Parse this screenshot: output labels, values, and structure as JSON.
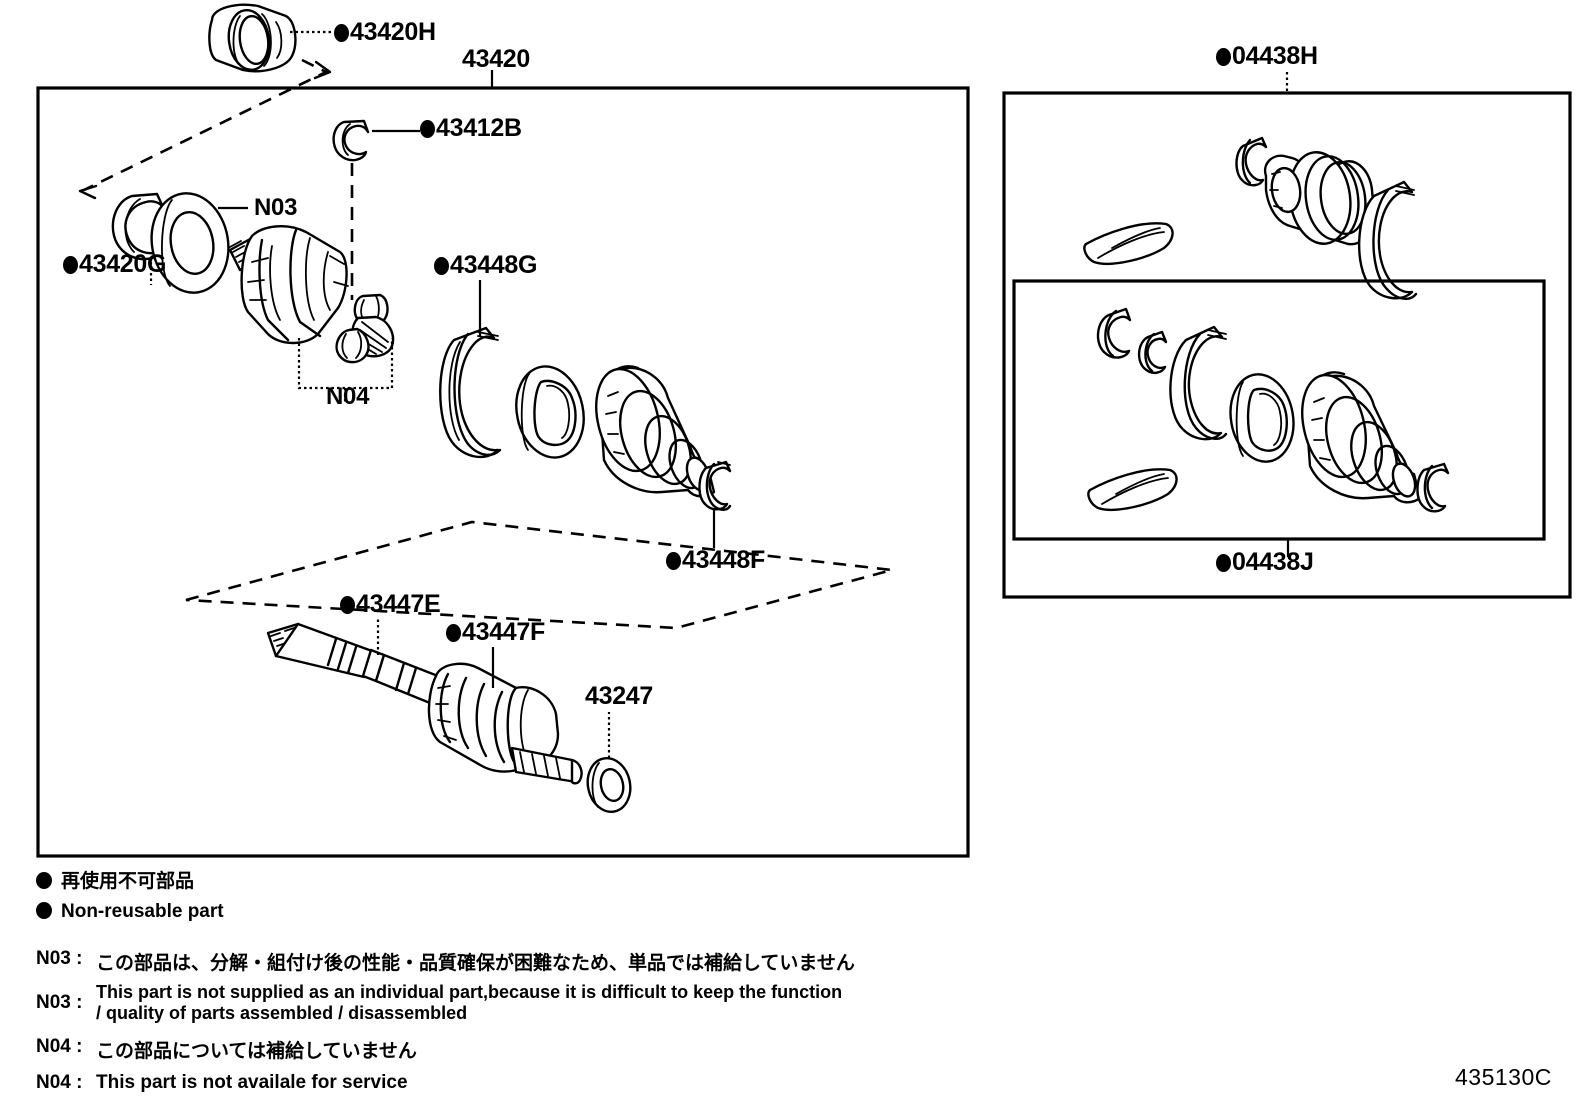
{
  "diagram": {
    "drawing_number": "435130C",
    "main_group_label": "43420",
    "parts": [
      {
        "id": "43420H",
        "label": "43420H",
        "non_reusable": true
      },
      {
        "id": "43420",
        "label": "43420",
        "non_reusable": false
      },
      {
        "id": "43412B",
        "label": "43412B",
        "non_reusable": true
      },
      {
        "id": "43420G",
        "label": "43420G",
        "non_reusable": true
      },
      {
        "id": "N03",
        "label": "N03",
        "non_reusable": false
      },
      {
        "id": "N04",
        "label": "N04",
        "non_reusable": false
      },
      {
        "id": "43448G",
        "label": "43448G",
        "non_reusable": true
      },
      {
        "id": "43448F",
        "label": "43448F",
        "non_reusable": true
      },
      {
        "id": "43447E",
        "label": "43447E",
        "non_reusable": true
      },
      {
        "id": "43447F",
        "label": "43447F",
        "non_reusable": true
      },
      {
        "id": "43247",
        "label": "43247",
        "non_reusable": false
      },
      {
        "id": "04438H",
        "label": "04438H",
        "non_reusable": true
      },
      {
        "id": "04438J",
        "label": "04438J",
        "non_reusable": true
      }
    ]
  },
  "legend": {
    "non_reusable_ja": "再使用不可部品",
    "non_reusable_en": "Non-reusable part"
  },
  "notes": [
    {
      "tag": "N03 :",
      "text": "この部品は、分解・組付け後の性能・品質確保が困難なため、単品では補給していません",
      "lang": "ja"
    },
    {
      "tag": "N03 :",
      "text": "This part is not supplied as an individual part,because it is difficult to keep the function / quality of parts assembled / disassembled",
      "lang": "en"
    },
    {
      "tag": "N04 :",
      "text": "この部品については補給していません",
      "lang": "ja"
    },
    {
      "tag": "N04 :",
      "text": "This part is not availale for service",
      "lang": "en"
    }
  ]
}
